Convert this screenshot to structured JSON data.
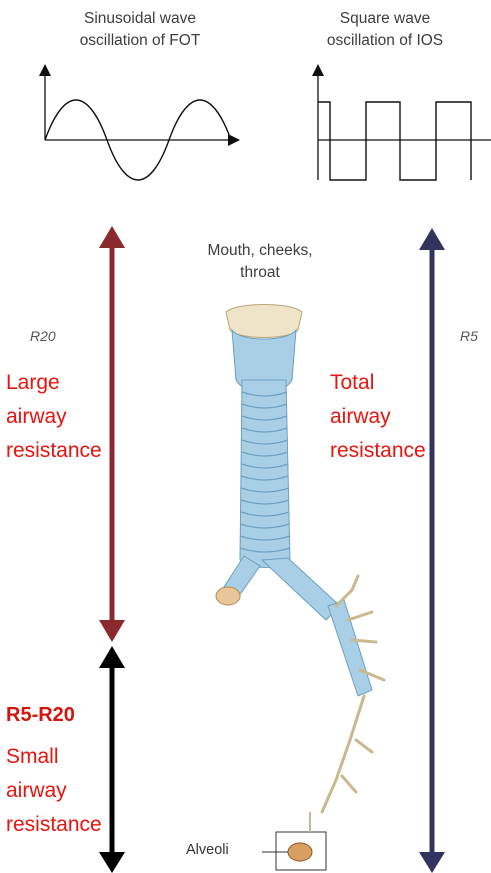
{
  "fot": {
    "title_line1": "Sinusoidal wave",
    "title_line2": "oscillation of FOT"
  },
  "ios": {
    "title_line1": "Square wave",
    "title_line2": "oscillation of IOS"
  },
  "anatomy": {
    "top_label_line1": "Mouth, cheeks,",
    "top_label_line2": "throat",
    "bottom_label": "Alveoli"
  },
  "left": {
    "r_label": "R20",
    "annotation": [
      "Large",
      "airway",
      "resistance"
    ]
  },
  "right": {
    "r_label": "R5",
    "annotation": [
      "Total",
      "airway",
      "resistance"
    ]
  },
  "small": {
    "title": "R5-R20",
    "annotation": [
      "Small",
      "airway",
      "resistance"
    ]
  },
  "colors": {
    "large_arrow": "#8b2a2e",
    "total_arrow": "#33335e",
    "small_arrow": "#000000",
    "annotation_red": "#e8140e",
    "airway_blue": "#a9cfe6"
  }
}
